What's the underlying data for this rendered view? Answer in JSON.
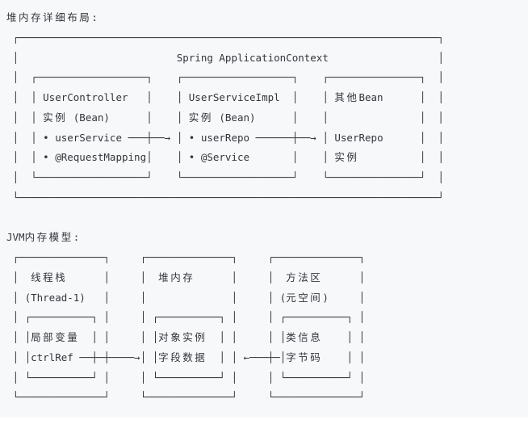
{
  "theme": {
    "page_background": "#ffffff",
    "code_block_background": "#f7f8fa",
    "text_color": "#31363b"
  },
  "code_block": {
    "sections": [
      {
        "title": "堆内存详细布局:",
        "art": [
          " ┌─────────────────────────────────────────────────────────────────────┐",
          " │                          Spring ApplicationContext                  │",
          " │  ┌──────────────────┐    ┌──────────────────┐    ┌───────────────┐  │",
          " │  │ UserController   │    │ UserServiceImpl  │    │ 其他Bean      │  │",
          " │  │ 实例 (Bean)      │    │ 实例 (Bean)      │    │               │  │",
          " │  │ • userService ───┼──→ │ • userRepo ──────┼──→ │ UserRepo      │  │",
          " │  │ • @RequestMapping│    │ • @Service       │    │ 实例          │  │",
          " │  └──────────────────┘    └──────────────────┘    └───────────────┘  │",
          " └─────────────────────────────────────────────────────────────────────┘"
        ]
      },
      {
        "title": "JVM内存模型:",
        "art": [
          " ┌──────────────┐     ┌──────────────┐     ┌──────────────┐",
          " │  线程栈      │     │  堆内存      │     │  方法区      │",
          " │ (Thread-1)   │     │              │     │ (元空间)     │",
          " │ ┌──────────┐ │     │ ┌──────────┐ │     │ ┌──────────┐ │",
          " │ │局部变量  │ │     │ │对象实例  │ │     │ │类信息    │ │",
          " │ │ctrlRef ──┼─┼────→│ │字段数据  │ │ ←───┼─│字节码    │ │",
          " │ └──────────┘ │     │ └──────────┘ │     │ └──────────┘ │",
          " └──────────────┘     └──────────────┘     └──────────────┘"
        ]
      }
    ]
  }
}
